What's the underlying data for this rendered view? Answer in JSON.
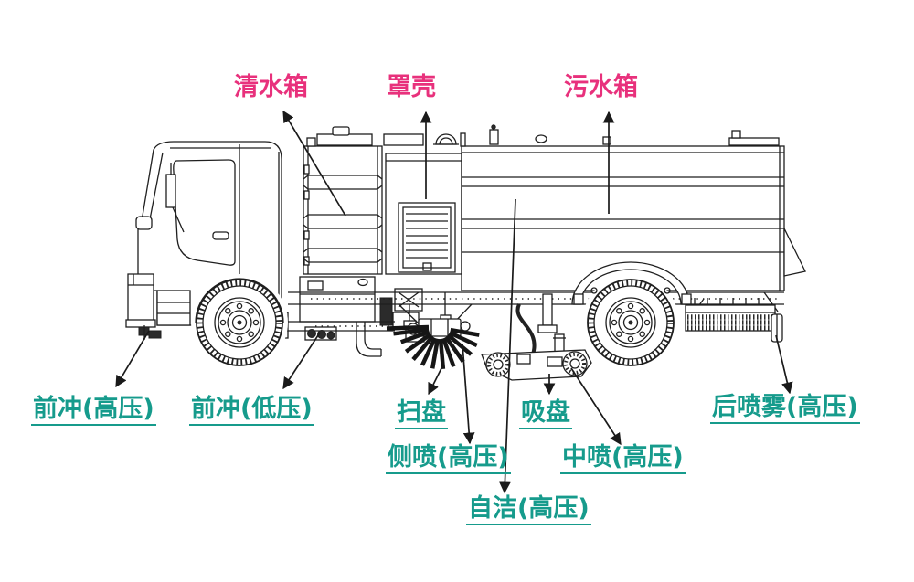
{
  "labels": {
    "clean_water_tank": "清水箱",
    "shell_cover": "罩壳",
    "dirty_water_tank": "污水箱",
    "front_flush_high": "前冲(高压)",
    "front_flush_low": "前冲(低压)",
    "sweep_disc": "扫盘",
    "suction_disc": "吸盘",
    "side_spray_high": "侧喷(高压)",
    "mid_spray_high": "中喷(高压)",
    "self_clean_high": "自洁(高压)",
    "rear_mist_high": "后喷雾(高压)"
  },
  "colors": {
    "tank_label": "#E8317C",
    "device_label": "#169B8C",
    "line_art": "#1F1F1F",
    "background": "#FFFFFF"
  }
}
